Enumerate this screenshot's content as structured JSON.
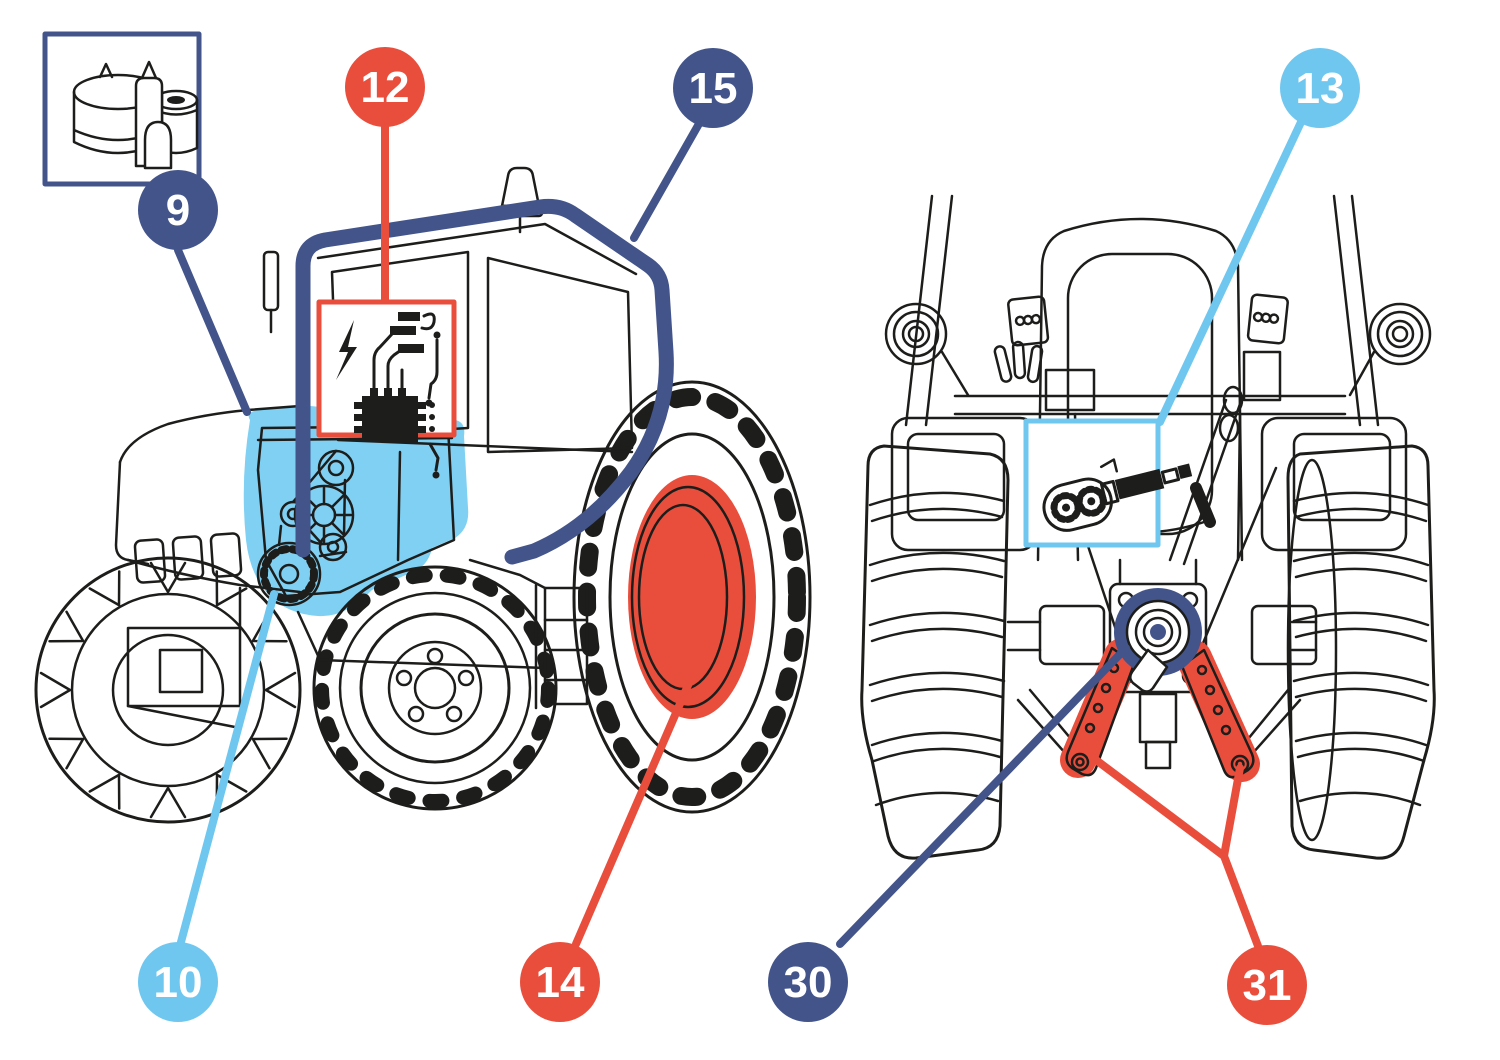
{
  "colors": {
    "navy": "#42548A",
    "red": "#E94E3C",
    "blue": "#6FC7F0",
    "highlight_blue": "#7FD0F2",
    "ink": "#1D1D1B",
    "background": "#FFFFFF"
  },
  "badges": [
    {
      "label": "9",
      "color": "#42548A"
    },
    {
      "label": "10",
      "color": "#6FC7F0"
    },
    {
      "label": "12",
      "color": "#E94E3C"
    },
    {
      "label": "13",
      "color": "#6FC7F0"
    },
    {
      "label": "14",
      "color": "#E94E3C"
    },
    {
      "label": "15",
      "color": "#42548A"
    },
    {
      "label": "30",
      "color": "#42548A"
    },
    {
      "label": "31",
      "color": "#E94E3C"
    }
  ],
  "insets": [
    {
      "name": "oil-filter-kit",
      "border_color": "#42548A",
      "icon": "oil-filter-kit-icon"
    },
    {
      "name": "electrical-system",
      "border_color": "#E94E3C",
      "icon": "ecu-wiring-harness-icon"
    },
    {
      "name": "hydraulic-system",
      "border_color": "#6FC7F0",
      "icon": "hydraulic-gear-pump-cylinder-icon"
    }
  ],
  "highlights": {
    "cab_frame": "#42548A",
    "engine_belt_area": "#7FD0F2",
    "rear_wheel_hub": "#E94E3C",
    "pto_shaft": "#42548A",
    "lower_link_arms": "#E94E3C"
  }
}
